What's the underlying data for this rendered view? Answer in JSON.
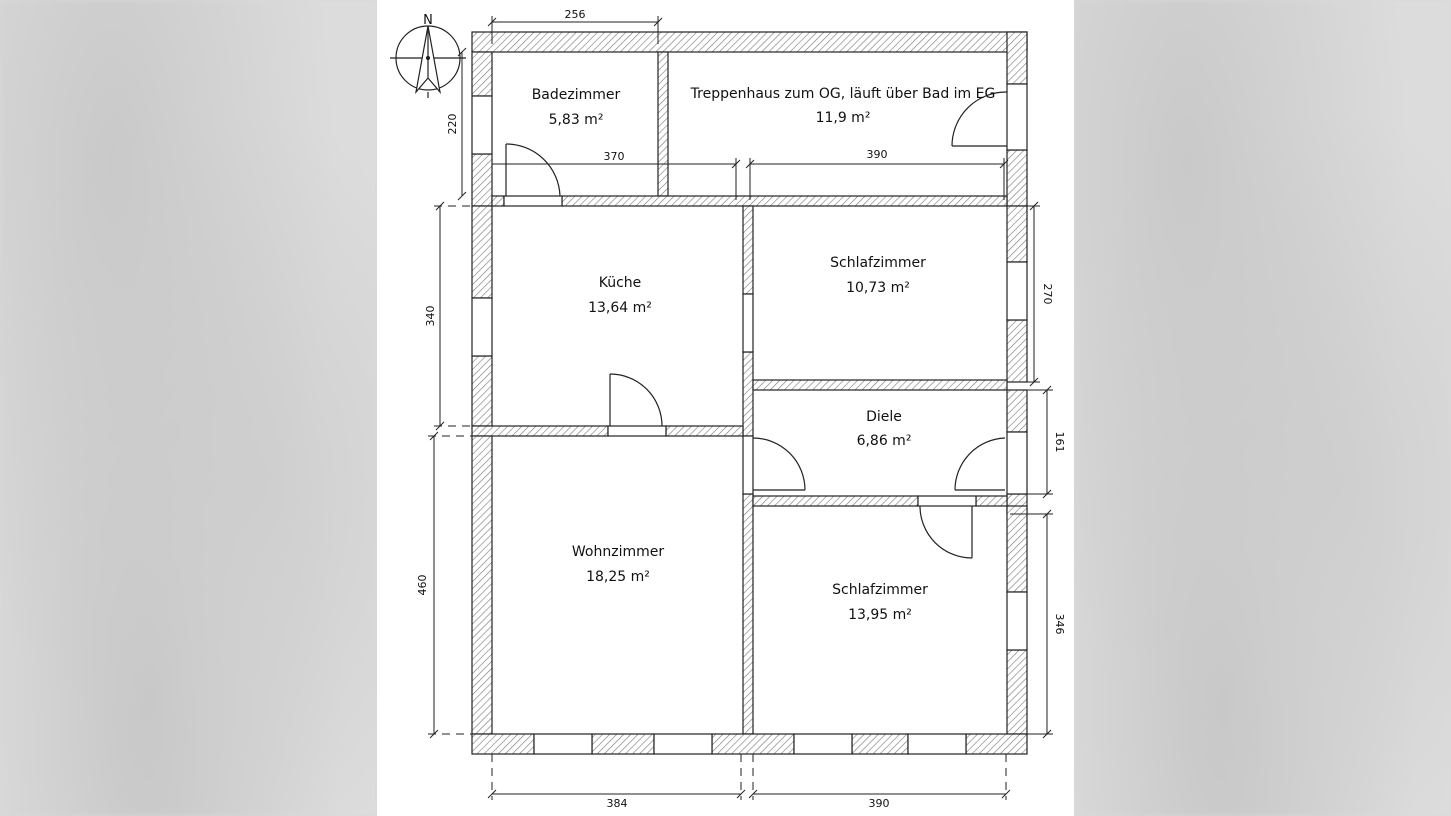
{
  "floorplan": {
    "north_label": "N",
    "rooms": [
      {
        "name": "Badezimmer",
        "area": "5,83 m²"
      },
      {
        "name": "Treppenhaus zum OG, läuft über Bad im EG",
        "area": "11,9 m²"
      },
      {
        "name": "Küche",
        "area": "13,64 m²"
      },
      {
        "name": "Schlafzimmer",
        "area": "10,73 m²"
      },
      {
        "name": "Diele",
        "area": "6,86 m²"
      },
      {
        "name": "Wohnzimmer",
        "area": "18,25 m²"
      },
      {
        "name": "Schlafzimmer",
        "area": "13,95 m²"
      }
    ],
    "dimensions": {
      "top_width": "256",
      "bad_height": "220",
      "inner_width_left": "370",
      "inner_width_right": "390",
      "kueche_height": "340",
      "schlaf1_height": "270",
      "diele_height": "161",
      "wohn_height": "460",
      "schlaf2_height": "346",
      "bottom_left": "384",
      "bottom_right": "390"
    }
  }
}
